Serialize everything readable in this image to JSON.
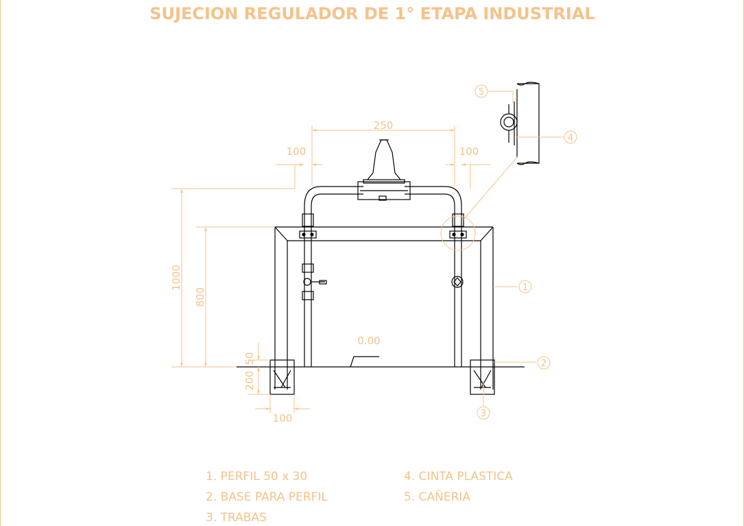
{
  "title": "SUJECION REGULADOR DE 1° ETAPA INDUSTRIAL",
  "colors": {
    "annotation": "#f5c28a",
    "linework": "#000000",
    "background": "#ffffff",
    "border": "#f5c28a"
  },
  "dimensions": {
    "top_width": "250",
    "left_offset": "100",
    "right_offset": "100",
    "total_height": "1000",
    "frame_height": "800",
    "level": "0.00",
    "base_embed": "50",
    "base_depth": "200",
    "base_width": "100"
  },
  "callouts": {
    "c1": "1",
    "c2": "2",
    "c3": "3",
    "c4": "4",
    "c5": "5"
  },
  "legend": [
    "1. PERFIL 50 x 30",
    "2. BASE PARA PERFIL",
    "3. TRABAS",
    "4. CINTA PLASTICA",
    "5. CAÑERIA"
  ]
}
